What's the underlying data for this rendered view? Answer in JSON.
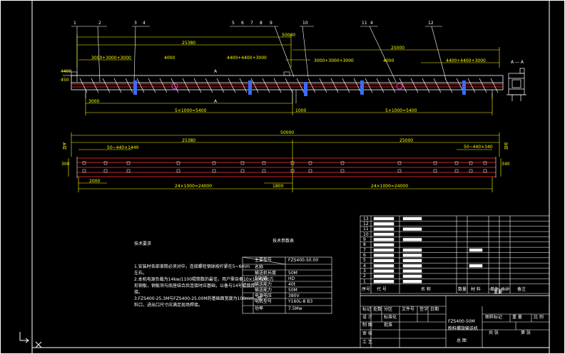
{
  "top_view": {
    "part_numbers": [
      "1",
      "2",
      "3",
      "4",
      "5",
      "6",
      "7",
      "8",
      "9",
      "10",
      "11",
      "4",
      "12"
    ],
    "dims": {
      "total_top": "50000",
      "seg_left": "25380",
      "seg_right": "25000",
      "sub1": "3000+3000+3000",
      "sub2": "4400+4400+3000",
      "sub3": "3000+3000+3000",
      "sub4": "4400+4400+3000",
      "mid1": "4000",
      "mid2": "4000",
      "inlet": "4400",
      "base1": "3000",
      "base2": "5×1000=5400",
      "base3": "1000",
      "base4": "5×1000=5400",
      "height": "450"
    },
    "section_marks": [
      "A",
      "A"
    ]
  },
  "section_view": {
    "label": "A — A"
  },
  "plan_view": {
    "dims": {
      "total": "50000",
      "left": "25380",
      "right": "25000",
      "spacing_left": "50~440×1440",
      "spacing_right": "50~440×340",
      "base_left1": "2000",
      "base_left2": "24×1000=24000",
      "base_mid": "1800",
      "base_right": "24×1000=24000",
      "width_left": "300",
      "width_right": "340"
    },
    "side_labels": {
      "left": "A向",
      "right": "B向"
    }
  },
  "tech_req": {
    "title": "技术要求",
    "lines": [
      "1.安装时各部滚筒必须对中，连接螺栓钢球按拧紧在5~6mm",
      "  左右。",
      "2.本机电源负载为14kw/1100辊筒数的最佳，用户需自备10×10×200方",
      "  形钢板，钢板须与底座结合后连接时应基础，以备与14号辊筒焊",
      "  接。",
      "3.FZS400-25.3M与FZS400-25.00M的基础面宽度为100mm，底",
      "  料口，进出口尺寸应满足现场焊接。"
    ]
  },
  "tech_params": {
    "title": "技术参数表",
    "rows": [
      {
        "k": "主要型号",
        "v": "FZS400-50.00"
      },
      {
        "k": "名称",
        "v": ""
      },
      {
        "k": "输送机长度",
        "v": "50M"
      },
      {
        "k": "刮板链",
        "v": "HD"
      },
      {
        "k": "输送能力",
        "v": "40t"
      },
      {
        "k": "输送能力",
        "v": "50M"
      },
      {
        "k": "电源电压",
        "v": "380V"
      },
      {
        "k": "电机型号",
        "v": "Y160L-8  B3"
      },
      {
        "k": "功率",
        "v": "7.5Mw"
      }
    ]
  },
  "bom": {
    "rows": [
      "13",
      "12",
      "11",
      "10",
      "9",
      "8",
      "7",
      "6",
      "5",
      "4",
      "3",
      "2",
      "1"
    ],
    "header": [
      "序号",
      "代 号",
      "名  称",
      "数量",
      "材 料",
      "单件",
      "总计",
      "备注"
    ],
    "weight_label": "重量"
  },
  "title_block": {
    "rows_left": [
      [
        "标记",
        "处数",
        "分区",
        "文件号",
        "签字",
        "日期"
      ],
      [
        "设 计",
        "",
        "标准化",
        "",
        "",
        ""
      ],
      [
        "制 图",
        "",
        "批准",
        "",
        "",
        ""
      ],
      [
        "审 核",
        "",
        "",
        "",
        "",
        ""
      ],
      [
        "工 艺",
        "",
        "",
        "",
        "",
        ""
      ]
    ],
    "drawing_name": "FZS400-50M",
    "drawing_desc": "粉料螺旋输送机",
    "drawing_type": "总 图",
    "right_header": [
      "图样标记",
      "重 量",
      "比 例"
    ],
    "right_bottom": [
      "共 张",
      "第 张"
    ]
  }
}
